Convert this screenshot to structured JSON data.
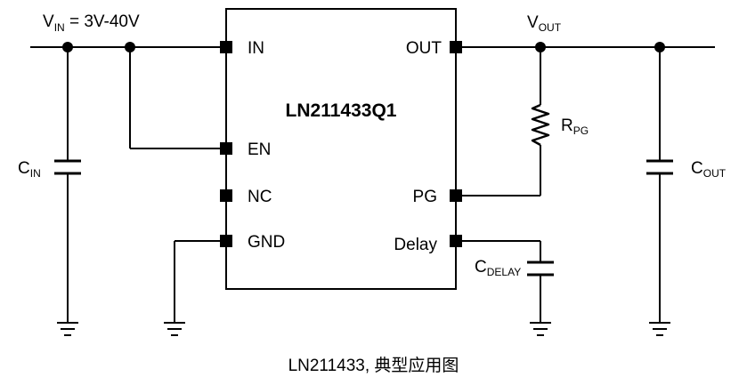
{
  "diagram": {
    "chip": {
      "name": "LN211433Q1",
      "pins": {
        "in": "IN",
        "en": "EN",
        "nc": "NC",
        "gnd": "GND",
        "out": "OUT",
        "pg": "PG",
        "delay": "Delay"
      }
    },
    "labels": {
      "vin": {
        "base": "V",
        "sub": "IN",
        "suffix": " = 3V-40V"
      },
      "vout": {
        "base": "V",
        "sub": "OUT"
      },
      "cin": {
        "base": "C",
        "sub": "IN"
      },
      "cout": {
        "base": "C",
        "sub": "OUT"
      },
      "rpg": {
        "base": "R",
        "sub": "PG"
      },
      "cdelay": {
        "base": "C",
        "sub": "DELAY"
      }
    },
    "caption": "LN211433, 典型应用图"
  }
}
